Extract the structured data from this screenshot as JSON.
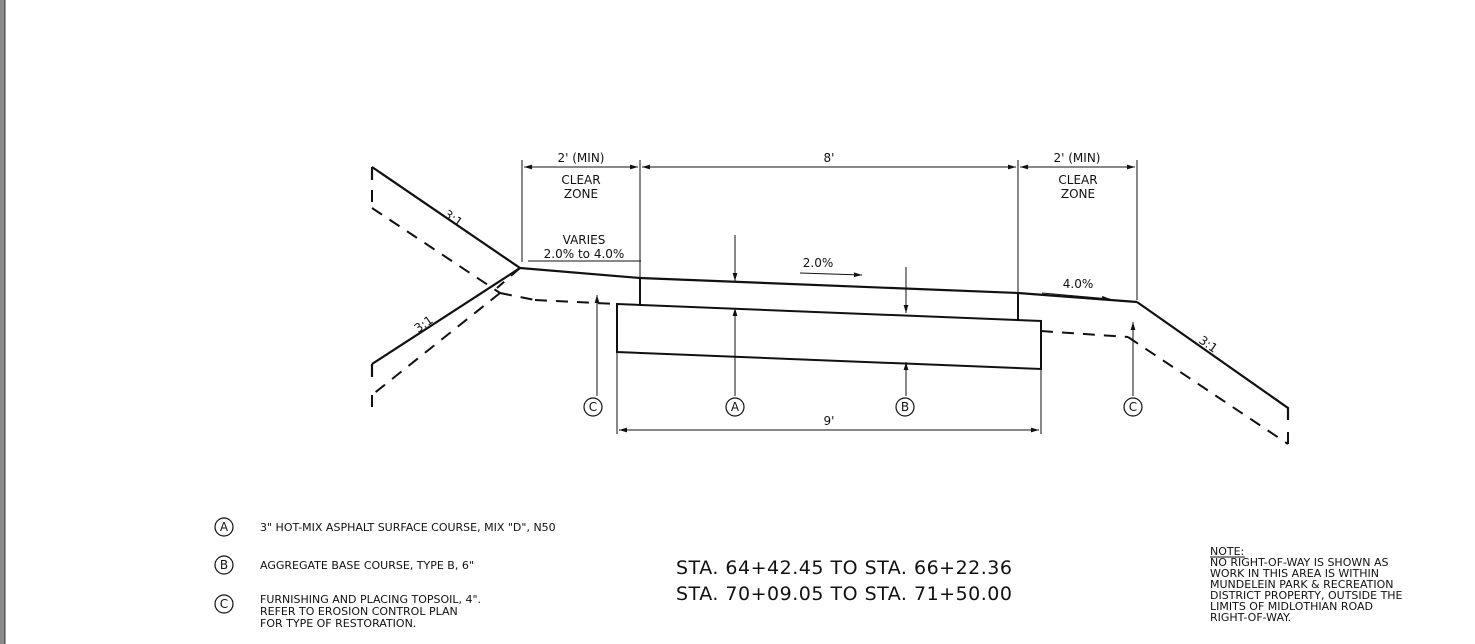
{
  "dimensions": {
    "clear_zone_left": "2' (MIN)",
    "path_width": "8'",
    "clear_zone_right": "2' (MIN)",
    "base_width": "9'"
  },
  "clear_zone_label_line1": "CLEAR",
  "clear_zone_label_line2": "ZONE",
  "slopes": {
    "left_top": "3:1",
    "left_bottom": "3:1",
    "right": "3:1",
    "left_shoulder_line1": "VARIES",
    "left_shoulder_line2": "2.0% to 4.0%",
    "path": "2.0%",
    "right_shoulder": "4.0%"
  },
  "callouts": {
    "left_c": "C",
    "a": "A",
    "b": "B",
    "right_c": "C"
  },
  "legend": [
    {
      "key": "A",
      "lines": [
        "3\" HOT-MIX ASPHALT SURFACE COURSE, MIX \"D\", N50"
      ]
    },
    {
      "key": "B",
      "lines": [
        "AGGREGATE BASE COURSE, TYPE B, 6\""
      ]
    },
    {
      "key": "C",
      "lines": [
        "FURNISHING AND PLACING TOPSOIL, 4\".",
        "REFER TO EROSION CONTROL PLAN",
        "FOR TYPE OF RESTORATION."
      ]
    }
  ],
  "stations": [
    "STA. 64+42.45 TO STA. 66+22.36",
    "STA. 70+09.05 TO STA. 71+50.00"
  ],
  "note": {
    "heading": "NOTE:",
    "lines": [
      "NO RIGHT-OF-WAY IS SHOWN AS",
      "WORK IN THIS AREA IS WITHIN",
      "MUNDELEIN PARK & RECREATION",
      "DISTRICT PROPERTY, OUTSIDE THE",
      "LIMITS OF MIDLOTHIAN ROAD",
      "RIGHT-OF-WAY."
    ]
  }
}
